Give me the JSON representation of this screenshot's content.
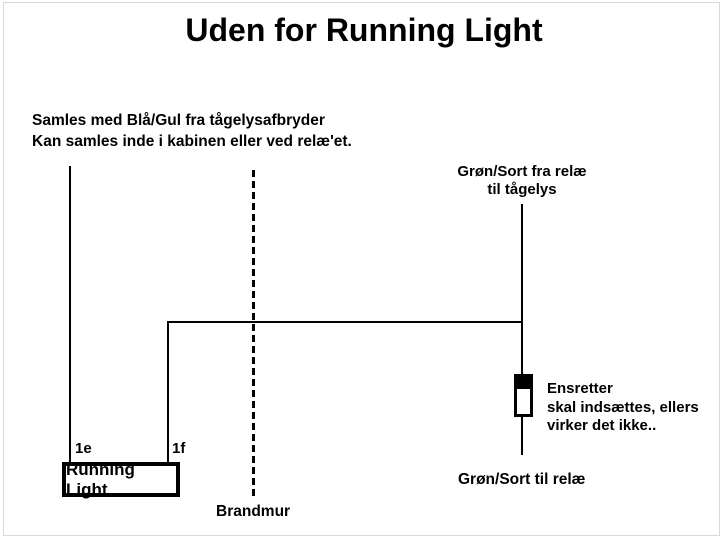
{
  "title": "Uden for Running Light",
  "colors": {
    "background": "#ffffff",
    "line": "#000000",
    "frame_border": "#d9d9d9"
  },
  "junction_note": {
    "line1": "Samles med Blå/Gul fra tågelysafbryder",
    "line2": "Kan samles inde i kabinen eller ved relæ'et."
  },
  "fog_wire_label": {
    "line1": "Grøn/Sort fra relæ",
    "line2": "til tågelys"
  },
  "rectifier_note": {
    "line1": "Ensretter",
    "line2": "skal indsættes, ellers",
    "line3": "virker det ikke.."
  },
  "to_relay_label": "Grøn/Sort til relæ",
  "terminals": {
    "e": "1e",
    "f": "1f"
  },
  "running_light_label": "Running Light",
  "firewall_label": "Brandmur"
}
